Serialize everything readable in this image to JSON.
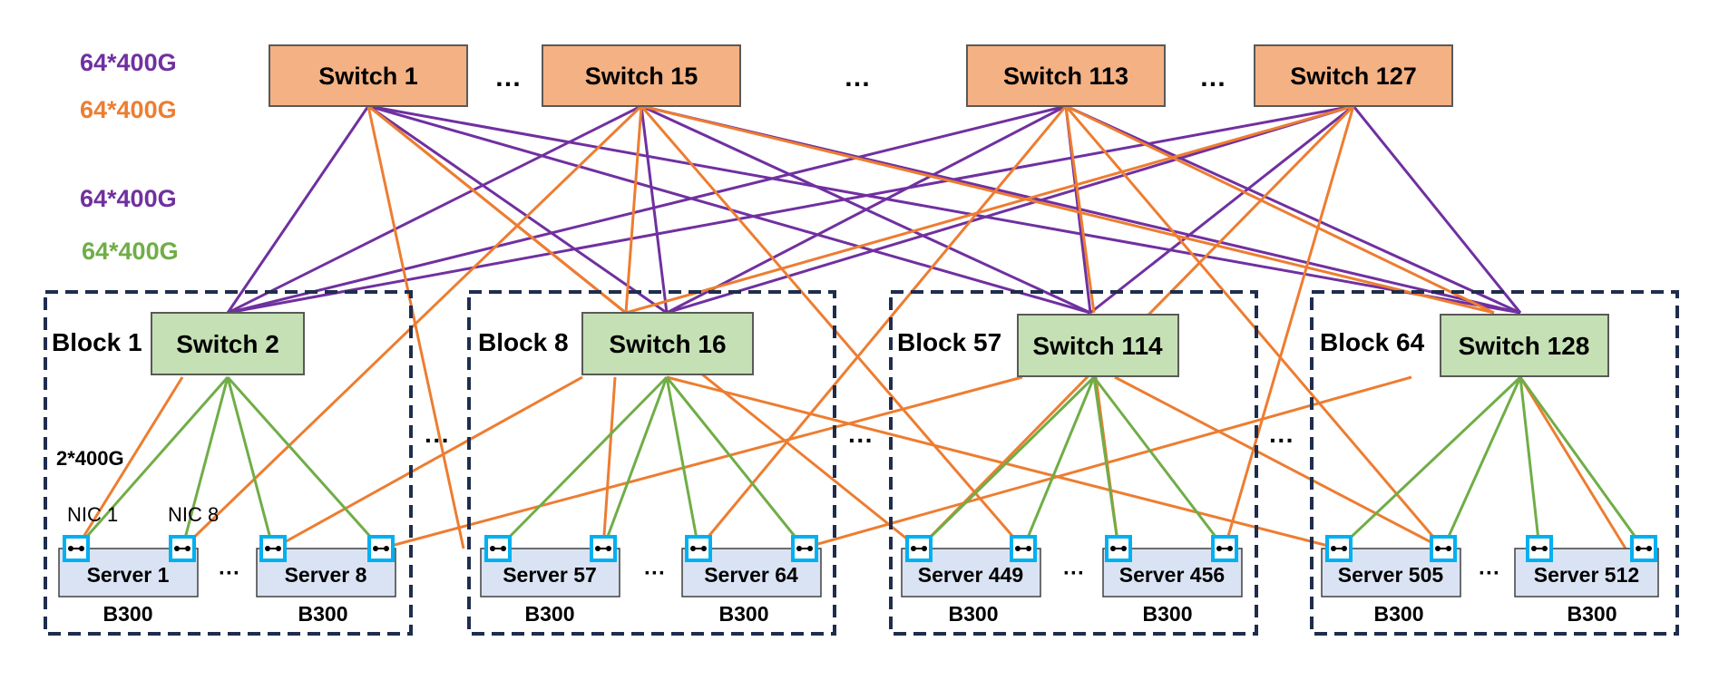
{
  "colors": {
    "purple": "#7030a0",
    "orange": "#ed7d31",
    "green": "#70ad47",
    "spine_fill": "#f4b183",
    "leaf_fill": "#c5e0b4",
    "server_fill": "#dae3f3",
    "nic_border": "#00b0f0",
    "block_border": "#1f2d4d"
  },
  "legend": [
    {
      "text": "64*400G",
      "color": "purple"
    },
    {
      "text": "64*400G",
      "color": "orange"
    },
    {
      "text": "64*400G",
      "color": "purple"
    },
    {
      "text": "64*400G",
      "color": "green"
    }
  ],
  "spine_switches": [
    "Switch 1",
    "Switch 15",
    "Switch 113",
    "Switch 127"
  ],
  "blocks": [
    {
      "label": "Block 1",
      "switch": "Switch 2",
      "servers": [
        {
          "name": "Server 1",
          "gpu": "B300"
        },
        {
          "name": "Server 8",
          "gpu": "B300"
        }
      ]
    },
    {
      "label": "Block 8",
      "switch": "Switch 16",
      "servers": [
        {
          "name": "Server 57",
          "gpu": "B300"
        },
        {
          "name": "Server 64",
          "gpu": "B300"
        }
      ]
    },
    {
      "label": "Block 57",
      "switch": "Switch 114",
      "servers": [
        {
          "name": "Server 449",
          "gpu": "B300"
        },
        {
          "name": "Server 456",
          "gpu": "B300"
        }
      ]
    },
    {
      "label": "Block 64",
      "switch": "Switch 128",
      "servers": [
        {
          "name": "Server 505",
          "gpu": "B300"
        },
        {
          "name": "Server 512",
          "gpu": "B300"
        }
      ]
    }
  ],
  "annotations": {
    "link_speed": "2*400G",
    "nic_first": "NIC 1",
    "nic_last": "NIC 8"
  },
  "ellipsis": "…",
  "ellipsis_dots": "···"
}
